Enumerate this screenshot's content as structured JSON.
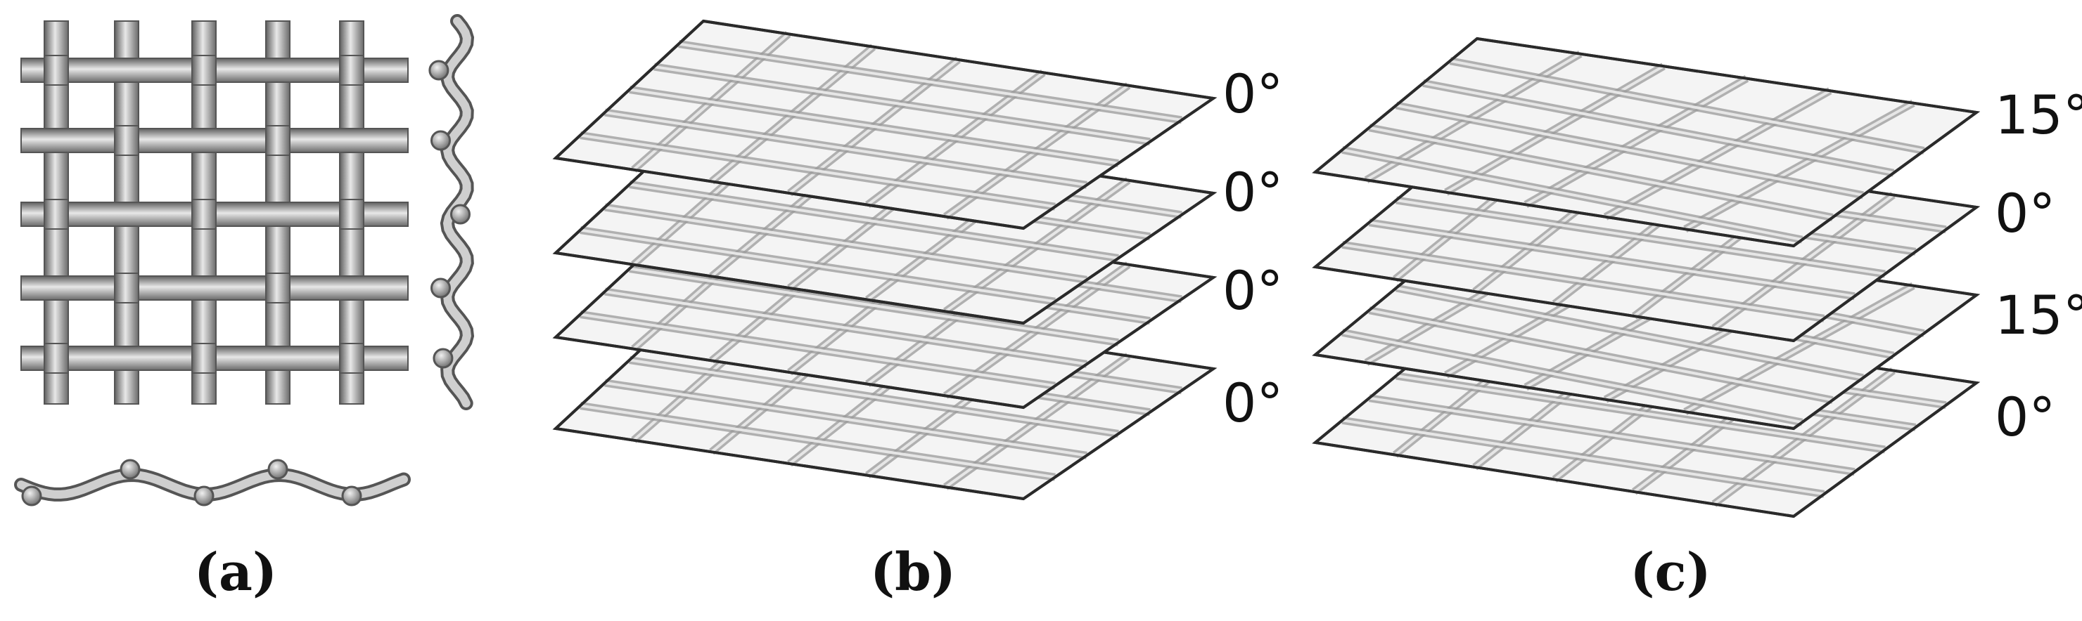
{
  "panels": [
    {
      "id": "a",
      "label": "(a)"
    },
    {
      "id": "b",
      "label": "(b)",
      "layers": [
        {
          "angle": "0°"
        },
        {
          "angle": "0°"
        },
        {
          "angle": "0°"
        },
        {
          "angle": "0°"
        }
      ]
    },
    {
      "id": "c",
      "label": "(c)",
      "layers": [
        {
          "angle": "15°"
        },
        {
          "angle": "0°"
        },
        {
          "angle": "15°"
        },
        {
          "angle": "0°"
        }
      ]
    }
  ],
  "colors": {
    "wire": "#9a9a9a",
    "wire_dark": "#5e5e5e",
    "frame": "#2a2a2a",
    "text": "#111111"
  }
}
